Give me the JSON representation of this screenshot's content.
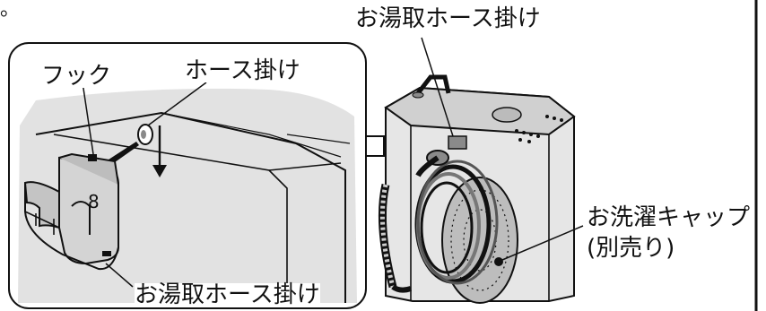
{
  "fragment": "。",
  "labels": {
    "hook": "フック",
    "hose_hanger": "ホース掛け",
    "bath_hose_hanger_top": "お湯取ホース掛け",
    "bath_hose_hanger_bottom": "お湯取ホース掛け",
    "wash_cap_line1": "お洗濯キャップ",
    "wash_cap_line2": "(別売り)",
    "hook_number": "8"
  },
  "colors": {
    "line": "#111111",
    "gray_light": "#e2e2e2",
    "gray_mid": "#c4c4c4",
    "gray_dark": "#8a8a8a"
  }
}
